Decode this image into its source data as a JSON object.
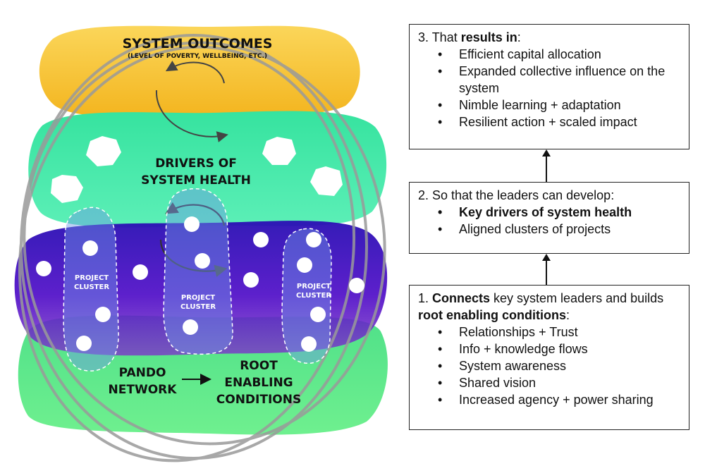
{
  "diagram": {
    "outcomes_title": "SYSTEM OUTCOMES",
    "outcomes_subtitle": "(LEVEL OF POVERTY, WELLBEING, ETC.)",
    "drivers_line1": "DRIVERS OF",
    "drivers_line2": "SYSTEM HEALTH",
    "cluster_line1": "PROJECT",
    "cluster_line2": "CLUSTER",
    "pando_line1": "PANDO",
    "pando_line2": "NETWORK",
    "root_line1": "ROOT",
    "root_line2": "ENABLING",
    "root_line3": "CONDITIONS"
  },
  "boxes": {
    "box3": {
      "prefix": "3. That ",
      "bold": "results in",
      "suffix": ":",
      "items": [
        "Efficient capital allocation",
        "Expanded collective influence on the system",
        "Nimble learning + adaptation",
        "Resilient action + scaled impact"
      ]
    },
    "box2": {
      "heading": "2. So that the leaders can develop:",
      "item1_bold": "Key drivers of system health",
      "item2": "Aligned clusters of projects"
    },
    "box1": {
      "prefix": "1. ",
      "bold1": "Connects",
      "middle": " key system leaders and builds ",
      "bold2": "root enabling conditions",
      "suffix": ":",
      "items": [
        "Relationships + Trust",
        "Info + knowledge flows",
        "System awareness",
        "Shared vision",
        "Increased agency + power sharing"
      ]
    }
  },
  "colors": {
    "outcomes_layer": "#f7c531",
    "drivers_layer": "#3fe6a5",
    "clusters_layer": "#4a14c6",
    "root_layer": "#5fe08a",
    "ring_stroke": "#9a9a9a",
    "box_border": "#222222"
  }
}
